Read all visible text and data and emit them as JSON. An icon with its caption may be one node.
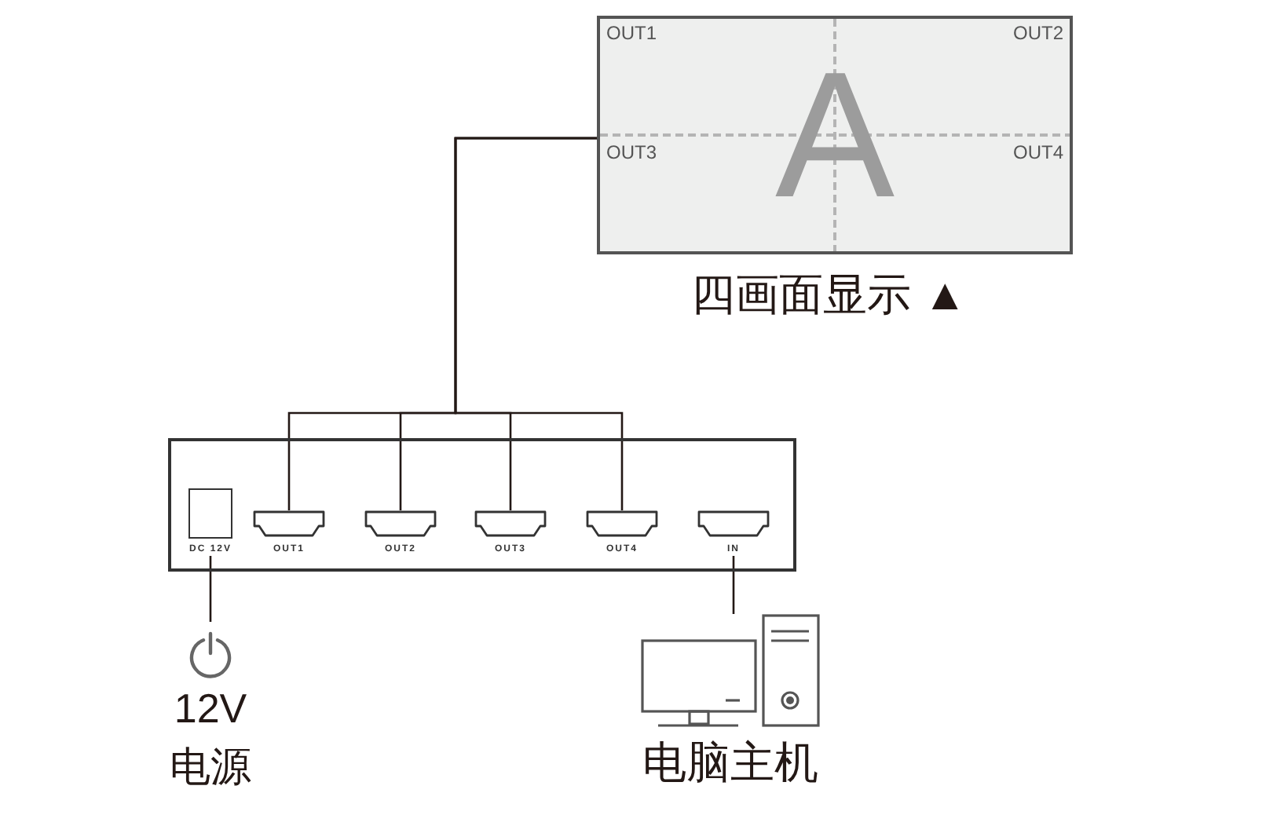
{
  "diagram": {
    "nodes": [
      {
        "text": [
          "OUT1",
          "OUT2",
          "OUT3",
          "OUT4",
          "A"
        ],
        "beside": [
          "四画面显示 ▲"
        ]
      },
      {
        "text": [],
        "shape": "box"
      },
      {
        "text": [
          "DC 12V"
        ],
        "in": 1
      },
      {
        "text": [
          "OUT1"
        ],
        "in": 1
      },
      {
        "text": [
          "OUT2"
        ],
        "in": 1
      },
      {
        "text": [
          "OUT3"
        ],
        "in": 1
      },
      {
        "text": [
          "OUT4"
        ],
        "in": 1
      },
      {
        "text": [
          "IN"
        ],
        "in": 1
      },
      {
        "text": [
          "12V",
          "电源"
        ]
      },
      {
        "text": [
          "电脑主机"
        ]
      }
    ],
    "edges": [
      {
        "from": 0,
        "to": 3,
        "arrow": "none"
      },
      {
        "from": 0,
        "to": 4,
        "arrow": "none"
      },
      {
        "from": 0,
        "to": 5,
        "arrow": "none"
      },
      {
        "from": 0,
        "to": 6,
        "arrow": "none"
      },
      {
        "from": 2,
        "to": 8,
        "arrow": "none"
      },
      {
        "from": 7,
        "to": 9,
        "arrow": "none"
      }
    ]
  }
}
